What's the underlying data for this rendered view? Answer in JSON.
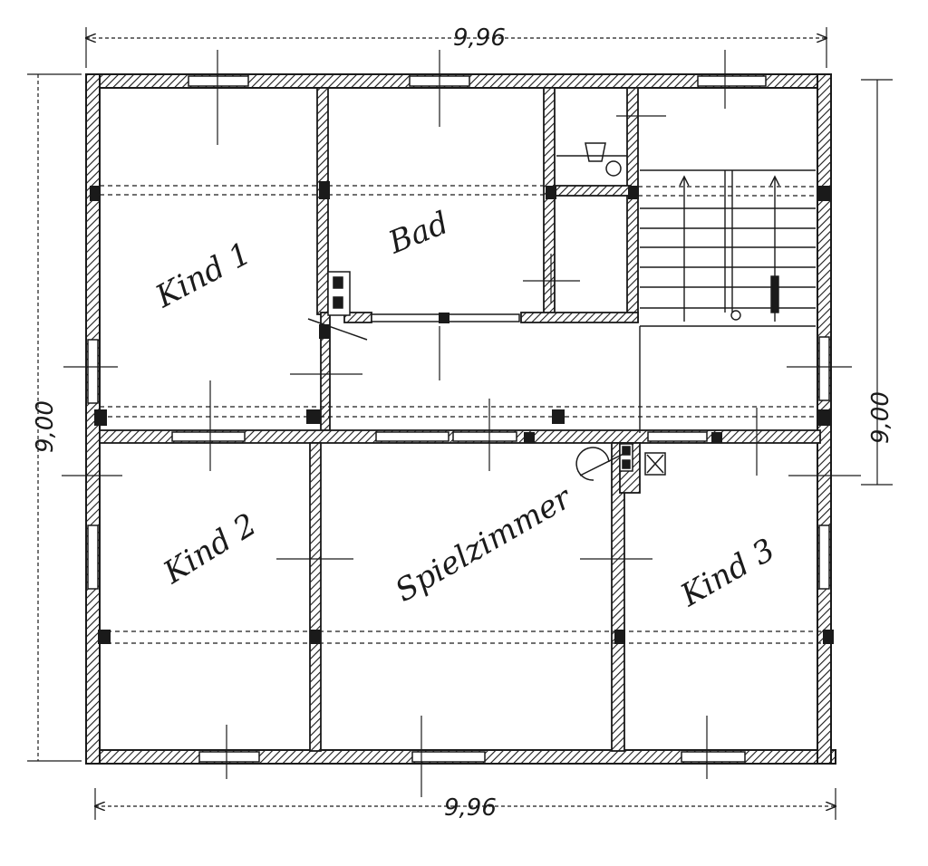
{
  "dimensions": {
    "top_width": "9,96",
    "bottom_width": "9,96",
    "left_height": "9,00",
    "right_height": "9,00"
  },
  "rooms": {
    "kind1": "Kind 1",
    "bad": "Bad",
    "kind2": "Kind 2",
    "spielzimmer": "Spielzimmer",
    "kind3": "Kind 3"
  },
  "colors": {
    "ink": "#1a1a1a",
    "paper": "#ffffff"
  }
}
